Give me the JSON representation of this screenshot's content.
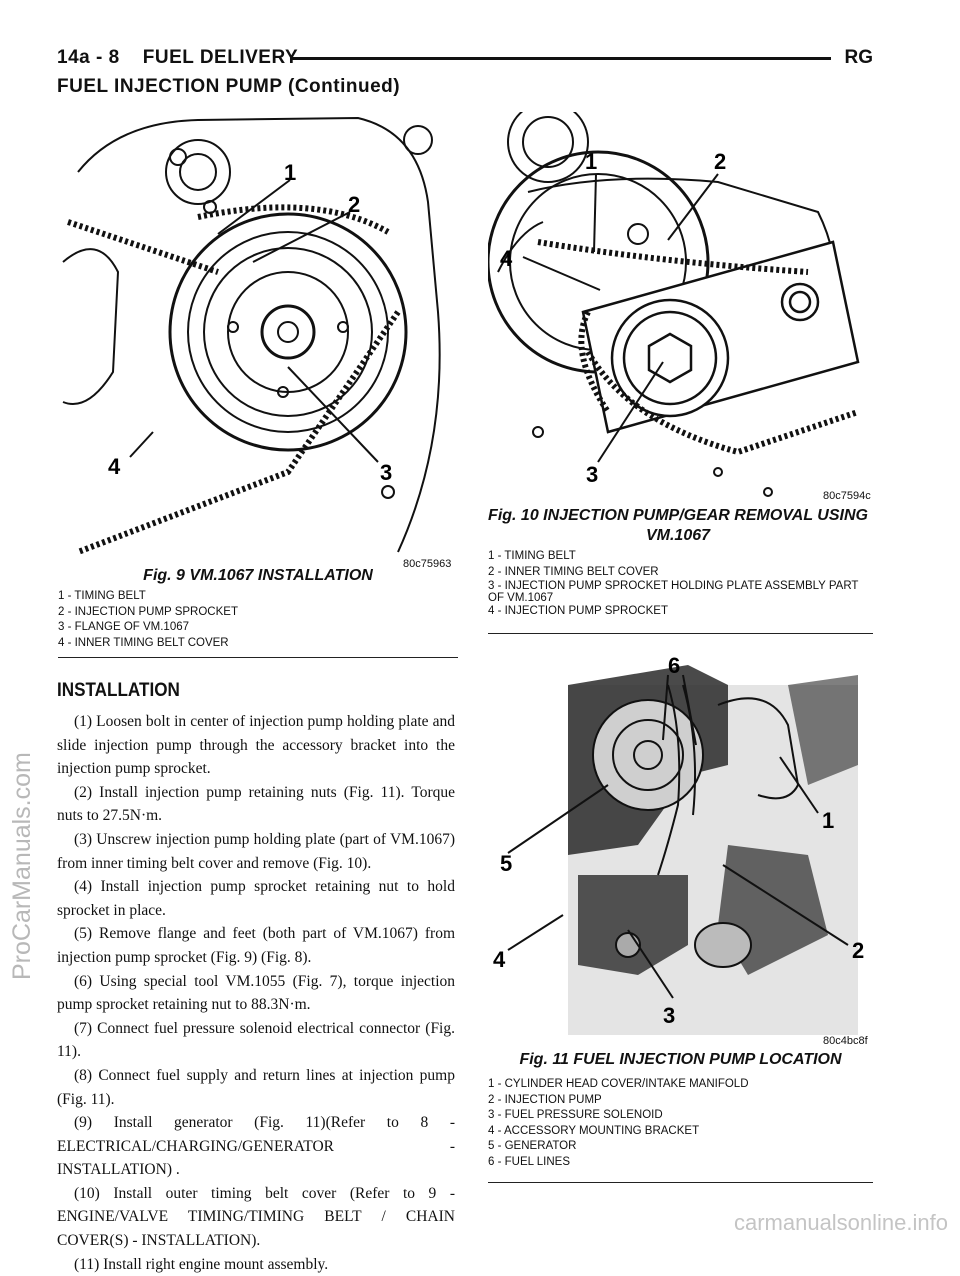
{
  "header": {
    "page_ref": "14a - 8",
    "section": "FUEL DELIVERY",
    "code": "RG"
  },
  "continued_title": "FUEL INJECTION PUMP (Continued)",
  "fig9": {
    "code": "80c75963",
    "caption": "Fig. 9 VM.1067 INSTALLATION",
    "callouts": [
      "1",
      "2",
      "3",
      "4"
    ],
    "legend": [
      "1 - TIMING BELT",
      "2 - INJECTION PUMP SPROCKET",
      "3 - FLANGE OF VM.1067",
      "4 - INNER TIMING BELT COVER"
    ]
  },
  "fig10": {
    "code": "80c7594c",
    "caption": "Fig. 10 INJECTION PUMP/GEAR REMOVAL USING VM.1067",
    "callouts": [
      "1",
      "2",
      "3",
      "4"
    ],
    "legend": [
      "1 - TIMING BELT",
      "2 - INNER TIMING BELT COVER",
      "3 - INJECTION PUMP SPROCKET HOLDING PLATE ASSEMBLY PART OF VM.1067",
      "4 - INJECTION PUMP SPROCKET"
    ]
  },
  "fig11": {
    "code": "80c4bc8f",
    "caption": "Fig. 11 FUEL INJECTION PUMP LOCATION",
    "callouts": [
      "1",
      "2",
      "3",
      "4",
      "5",
      "6"
    ],
    "legend": [
      "1 - CYLINDER HEAD COVER/INTAKE MANIFOLD",
      "2 - INJECTION PUMP",
      "3 - FUEL PRESSURE SOLENOID",
      "4 - ACCESSORY MOUNTING BRACKET",
      "5 - GENERATOR",
      "6 - FUEL LINES"
    ]
  },
  "installation": {
    "title": "INSTALLATION",
    "steps": [
      "(1) Loosen bolt in center of injection pump holding plate and slide injection pump through the accessory bracket into the injection pump sprocket.",
      "(2) Install injection pump retaining nuts (Fig. 11). Torque nuts to 27.5N·m.",
      "(3) Unscrew injection pump holding plate (part of VM.1067) from inner timing belt cover and remove (Fig. 10).",
      "(4) Install injection pump sprocket retaining nut to hold sprocket in place.",
      "(5) Remove flange and feet (both part of VM.1067) from injection pump sprocket (Fig. 9) (Fig. 8).",
      "(6) Using special tool VM.1055 (Fig. 7), torque injection pump sprocket retaining nut to 88.3N·m.",
      "(7) Connect fuel pressure solenoid electrical connector (Fig. 11).",
      "(8) Connect fuel supply and return lines at injection pump (Fig. 11).",
      "(9) Install generator (Fig. 11)(Refer to 8 - ELECTRICAL/CHARGING/GENERATOR - INSTALLATION) .",
      "(10) Install outer timing belt cover (Refer to 9 - ENGINE/VALVE TIMING/TIMING BELT / CHAIN COVER(S) - INSTALLATION).",
      "(11) Install right engine mount assembly."
    ]
  },
  "watermarks": {
    "left": "ProCarManuals.com",
    "bottom": "carmanualsonline.info"
  }
}
